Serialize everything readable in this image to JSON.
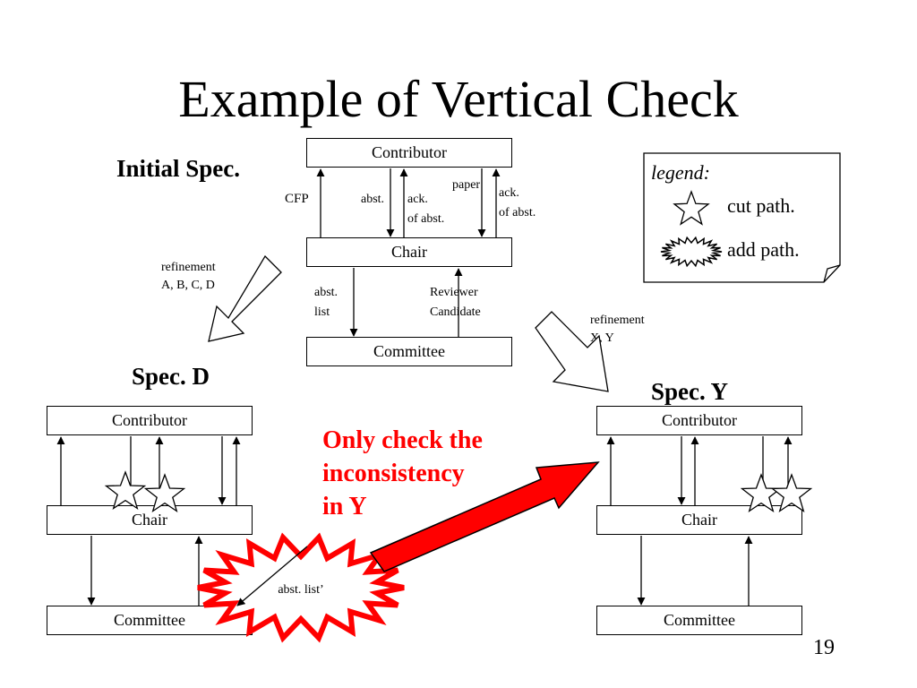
{
  "slide": {
    "title": "Example of Vertical Check",
    "page_number": "19"
  },
  "initial_spec": {
    "label": "Initial Spec.",
    "contributor": "Contributor",
    "chair": "Chair",
    "committee": "Committee",
    "edge_cfp": "CFP",
    "edge_abst": "abst.",
    "edge_ack_abst_1": "ack.",
    "edge_ack_abst_2": "of abst.",
    "edge_paper": "paper",
    "edge_ack_abst_right_1": "ack.",
    "edge_ack_abst_right_2": "of abst.",
    "edge_abst_list_1": "abst.",
    "edge_abst_list_2": "list",
    "edge_reviewer_1": "Reviewer",
    "edge_reviewer_2": "Candidate"
  },
  "legend": {
    "title": "legend:",
    "cut_path": "cut path.",
    "add_path": "add path."
  },
  "refinement_d": {
    "line1": "refinement",
    "line2": "A, B, C, D"
  },
  "refinement_y": {
    "line1": "refinement",
    "line2": "X, Y"
  },
  "spec_d": {
    "label": "Spec. D",
    "contributor": "Contributor",
    "chair": "Chair",
    "committee": "Committee"
  },
  "spec_y": {
    "label": "Spec. Y",
    "contributor": "Contributor",
    "chair": "Chair",
    "committee": "Committee"
  },
  "callout": {
    "line1": "Only check the",
    "line2": "inconsistency",
    "line3": "in Y"
  },
  "burst_label": "abst. list’",
  "colors": {
    "callout_text": "#ff0000",
    "arrow_fill": "#ff0000",
    "burst_stroke": "#ff0000"
  }
}
